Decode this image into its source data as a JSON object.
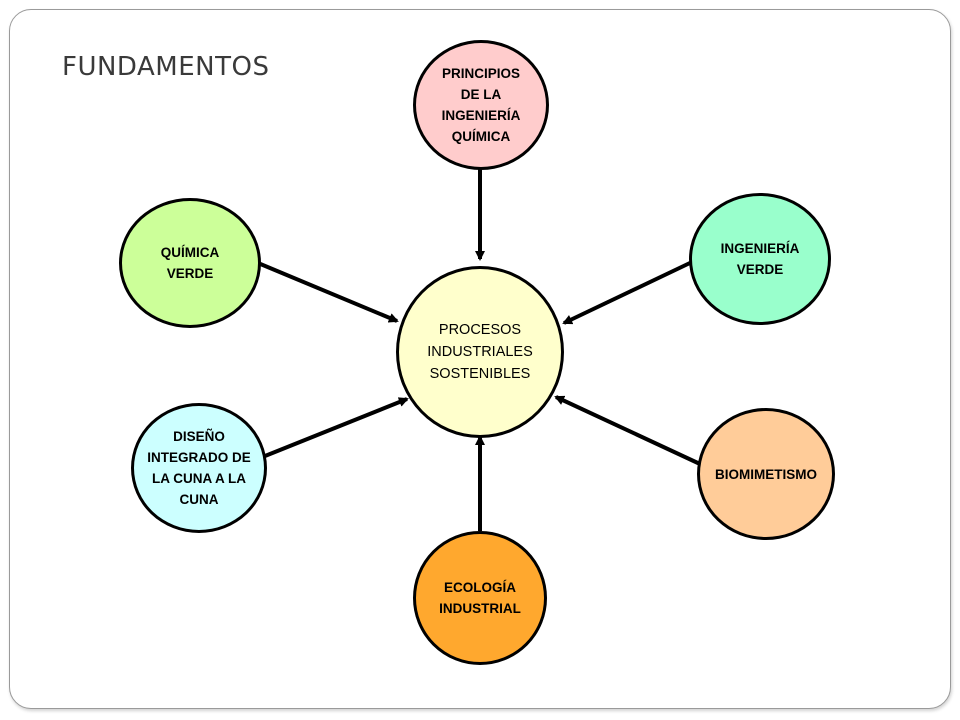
{
  "title": "FUNDAMENTOS",
  "center": {
    "label": "PROCESOS\nINDUSTRIALES\nSOSTENIBLES",
    "fill": "#ffffcc"
  },
  "nodes": [
    {
      "key": "principios",
      "label": "PRINCIPIOS\nDE LA\nINGENIERÍA\nQUÍMICA",
      "fill": "#ffcccc"
    },
    {
      "key": "quimica_verde",
      "label": "QUÍMICA\nVERDE",
      "fill": "#ccff99"
    },
    {
      "key": "ingenieria_verde",
      "label": "INGENIERÍA\nVERDE",
      "fill": "#99ffcc"
    },
    {
      "key": "diseno",
      "label": "DISEÑO\nINTEGRADO DE\nLA CUNA A LA\nCUNA",
      "fill": "#ccffff"
    },
    {
      "key": "biomimetismo",
      "label": "BIOMIMETISMO",
      "fill": "#ffcc99"
    },
    {
      "key": "ecologia",
      "label": "ECOLOGÍA\nINDUSTRIAL",
      "fill": "#ffa82e"
    }
  ],
  "arrows": [
    {
      "from": "principios",
      "to": "center"
    },
    {
      "from": "quimica_verde",
      "to": "center"
    },
    {
      "from": "ingenieria_verde",
      "to": "center"
    },
    {
      "from": "diseno",
      "to": "center"
    },
    {
      "from": "biomimetismo",
      "to": "center"
    },
    {
      "from": "ecologia",
      "to": "center"
    }
  ]
}
